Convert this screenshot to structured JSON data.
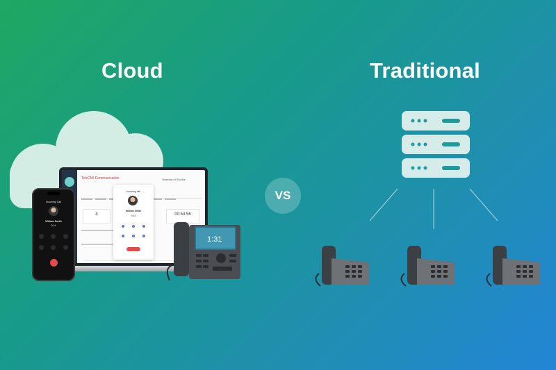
{
  "headings": {
    "left": "Cloud",
    "right": "Traditional"
  },
  "vs_label": "VS",
  "app": {
    "title": "TeleCMI Communication",
    "filter": "Yesterday ▾  6 Months",
    "stats": [
      "4",
      "00:54:56"
    ],
    "section_title": "Answered - Hours of Day",
    "section_subtitle": "Incoming Answered - Hours of Day"
  },
  "phone": {
    "caller_label": "Incoming Call",
    "caller_name": "William Smith",
    "duration": "0:14"
  },
  "popup": {
    "caller_label": "Incoming call",
    "caller_name": "William Smith",
    "status": "0:14"
  },
  "desk_phone": {
    "clock": "1:31"
  },
  "colors": {
    "bg_start": "#1fa862",
    "bg_mid": "#189a8a",
    "bg_end": "#2385d6",
    "server": "#d6ece8",
    "cloud": "#d3ede5",
    "accent_red": "#e34b4b"
  },
  "icons": [
    "cloud-icon",
    "server-rack-icon",
    "desk-phone-icon",
    "smartphone-icon",
    "laptop-icon",
    "ip-phone-icon"
  ]
}
